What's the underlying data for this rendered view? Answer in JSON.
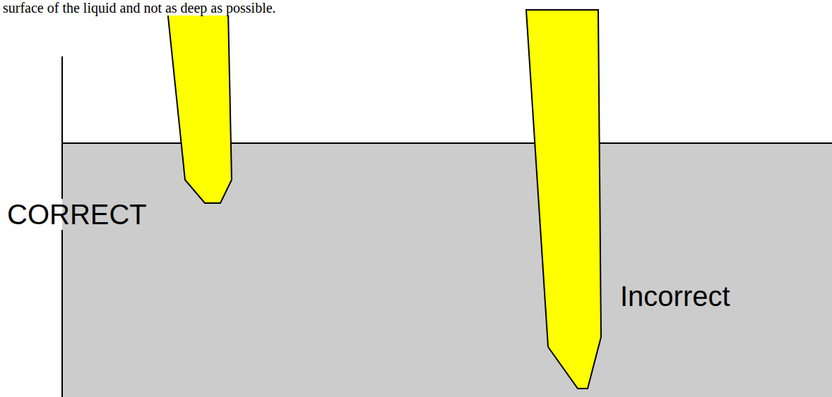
{
  "diagram": {
    "labels": [
      "surface of the liquid and not as deep as possible.",
      "CORRECT",
      "Incorrect"
    ]
  }
}
